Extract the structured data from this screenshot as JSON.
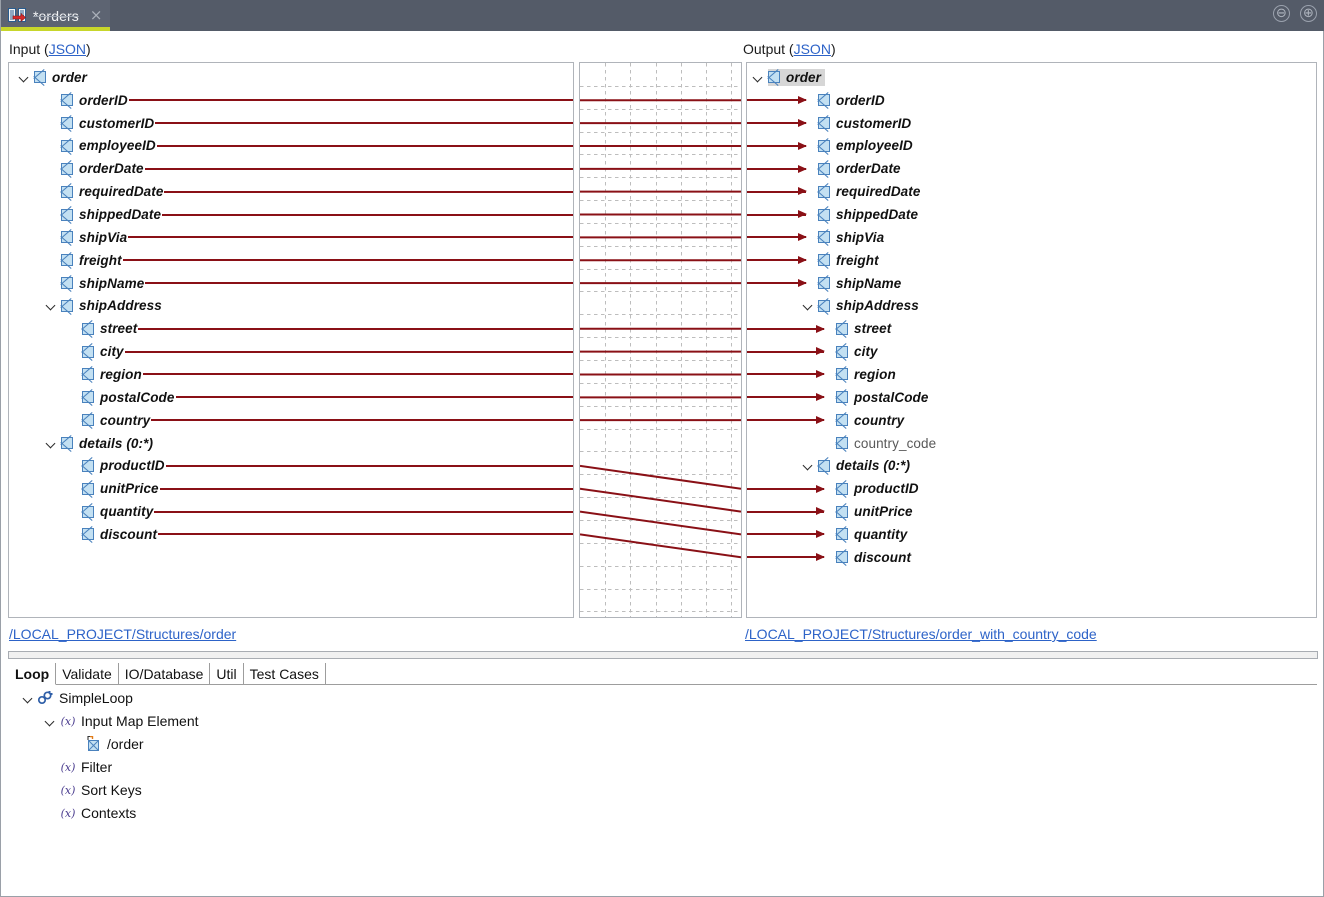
{
  "window": {
    "tab": {
      "title": "*orders",
      "icon": "mapping-document-icon",
      "close_icon": "×"
    },
    "controls": {
      "minimize": "⊖",
      "maximize": "⊕"
    }
  },
  "input_panel": {
    "caption_prefix": "Input (",
    "caption_link": "JSON",
    "caption_suffix": ")",
    "footer_link": "/LOCAL_PROJECT/Structures/order",
    "nodes": [
      {
        "label": "order",
        "indent": 0,
        "expandable": true,
        "mapped": false,
        "icon": "schema-node-icon"
      },
      {
        "label": "orderID",
        "indent": 1,
        "expandable": false,
        "mapped": true,
        "icon": "schema-node-icon"
      },
      {
        "label": "customerID",
        "indent": 1,
        "expandable": false,
        "mapped": true,
        "icon": "schema-node-icon"
      },
      {
        "label": "employeeID",
        "indent": 1,
        "expandable": false,
        "mapped": true,
        "icon": "schema-node-icon"
      },
      {
        "label": "orderDate",
        "indent": 1,
        "expandable": false,
        "mapped": true,
        "icon": "schema-node-icon"
      },
      {
        "label": "requiredDate",
        "indent": 1,
        "expandable": false,
        "mapped": true,
        "icon": "schema-node-icon"
      },
      {
        "label": "shippedDate",
        "indent": 1,
        "expandable": false,
        "mapped": true,
        "icon": "schema-node-icon"
      },
      {
        "label": "shipVia",
        "indent": 1,
        "expandable": false,
        "mapped": true,
        "icon": "schema-node-icon"
      },
      {
        "label": "freight",
        "indent": 1,
        "expandable": false,
        "mapped": true,
        "icon": "schema-node-icon"
      },
      {
        "label": "shipName",
        "indent": 1,
        "expandable": false,
        "mapped": true,
        "icon": "schema-node-icon"
      },
      {
        "label": "shipAddress",
        "indent": 1,
        "expandable": true,
        "mapped": false,
        "icon": "schema-node-icon"
      },
      {
        "label": "street",
        "indent": 2,
        "expandable": false,
        "mapped": true,
        "icon": "schema-node-icon"
      },
      {
        "label": "city",
        "indent": 2,
        "expandable": false,
        "mapped": true,
        "icon": "schema-node-icon"
      },
      {
        "label": "region",
        "indent": 2,
        "expandable": false,
        "mapped": true,
        "icon": "schema-node-icon"
      },
      {
        "label": "postalCode",
        "indent": 2,
        "expandable": false,
        "mapped": true,
        "icon": "schema-node-icon"
      },
      {
        "label": "country",
        "indent": 2,
        "expandable": false,
        "mapped": true,
        "icon": "schema-node-icon"
      },
      {
        "label": "details (0:*)",
        "indent": 1,
        "expandable": true,
        "mapped": false,
        "icon": "schema-node-icon"
      },
      {
        "label": "productID",
        "indent": 2,
        "expandable": false,
        "mapped": true,
        "icon": "schema-node-icon"
      },
      {
        "label": "unitPrice",
        "indent": 2,
        "expandable": false,
        "mapped": true,
        "icon": "schema-node-icon"
      },
      {
        "label": "quantity",
        "indent": 2,
        "expandable": false,
        "mapped": true,
        "icon": "schema-node-icon"
      },
      {
        "label": "discount",
        "indent": 2,
        "expandable": false,
        "mapped": true,
        "icon": "schema-node-icon"
      }
    ]
  },
  "output_panel": {
    "caption_prefix": "Output (",
    "caption_link": "JSON",
    "caption_suffix": ")",
    "footer_link": "/LOCAL_PROJECT/Structures/order_with_country_code",
    "nodes": [
      {
        "label": "order",
        "indent": 0,
        "expandable": true,
        "mapped": false,
        "selected": true,
        "icon": "schema-node-icon"
      },
      {
        "label": "orderID",
        "indent": 1,
        "expandable": false,
        "mapped": true,
        "selected": false,
        "icon": "schema-node-icon"
      },
      {
        "label": "customerID",
        "indent": 1,
        "expandable": false,
        "mapped": true,
        "selected": false,
        "icon": "schema-node-icon"
      },
      {
        "label": "employeeID",
        "indent": 1,
        "expandable": false,
        "mapped": true,
        "selected": false,
        "icon": "schema-node-icon"
      },
      {
        "label": "orderDate",
        "indent": 1,
        "expandable": false,
        "mapped": true,
        "selected": false,
        "icon": "schema-node-icon"
      },
      {
        "label": "requiredDate",
        "indent": 1,
        "expandable": false,
        "mapped": true,
        "selected": false,
        "icon": "schema-node-icon"
      },
      {
        "label": "shippedDate",
        "indent": 1,
        "expandable": false,
        "mapped": true,
        "selected": false,
        "icon": "schema-node-icon"
      },
      {
        "label": "shipVia",
        "indent": 1,
        "expandable": false,
        "mapped": true,
        "selected": false,
        "icon": "schema-node-icon"
      },
      {
        "label": "freight",
        "indent": 1,
        "expandable": false,
        "mapped": true,
        "selected": false,
        "icon": "schema-node-icon"
      },
      {
        "label": "shipName",
        "indent": 1,
        "expandable": false,
        "mapped": true,
        "selected": false,
        "icon": "schema-node-icon"
      },
      {
        "label": "shipAddress",
        "indent": 1,
        "expandable": true,
        "mapped": false,
        "selected": false,
        "icon": "schema-node-icon"
      },
      {
        "label": "street",
        "indent": 2,
        "expandable": false,
        "mapped": true,
        "selected": false,
        "icon": "schema-node-icon"
      },
      {
        "label": "city",
        "indent": 2,
        "expandable": false,
        "mapped": true,
        "selected": false,
        "icon": "schema-node-icon"
      },
      {
        "label": "region",
        "indent": 2,
        "expandable": false,
        "mapped": true,
        "selected": false,
        "icon": "schema-node-icon"
      },
      {
        "label": "postalCode",
        "indent": 2,
        "expandable": false,
        "mapped": true,
        "selected": false,
        "icon": "schema-node-icon"
      },
      {
        "label": "country",
        "indent": 2,
        "expandable": false,
        "mapped": true,
        "selected": false,
        "icon": "schema-node-icon"
      },
      {
        "label": "country_code",
        "indent": 2,
        "expandable": false,
        "mapped": false,
        "selected": false,
        "unmapped_style": true,
        "icon": "schema-node-icon"
      },
      {
        "label": "details (0:*)",
        "indent": 1,
        "expandable": true,
        "mapped": false,
        "selected": false,
        "icon": "schema-node-icon"
      },
      {
        "label": "productID",
        "indent": 2,
        "expandable": false,
        "mapped": true,
        "selected": false,
        "icon": "schema-node-icon"
      },
      {
        "label": "unitPrice",
        "indent": 2,
        "expandable": false,
        "mapped": true,
        "selected": false,
        "icon": "schema-node-icon"
      },
      {
        "label": "quantity",
        "indent": 2,
        "expandable": false,
        "mapped": true,
        "selected": false,
        "icon": "schema-node-icon"
      },
      {
        "label": "discount",
        "indent": 2,
        "expandable": false,
        "mapped": true,
        "selected": false,
        "icon": "schema-node-icon"
      }
    ]
  },
  "mapping_links": {
    "color": "#8a1016",
    "pairs": [
      {
        "from": "orderID",
        "to": "orderID"
      },
      {
        "from": "customerID",
        "to": "customerID"
      },
      {
        "from": "employeeID",
        "to": "employeeID"
      },
      {
        "from": "orderDate",
        "to": "orderDate"
      },
      {
        "from": "requiredDate",
        "to": "requiredDate"
      },
      {
        "from": "shippedDate",
        "to": "shippedDate"
      },
      {
        "from": "shipVia",
        "to": "shipVia"
      },
      {
        "from": "freight",
        "to": "freight"
      },
      {
        "from": "shipName",
        "to": "shipName"
      },
      {
        "from": "street",
        "to": "street"
      },
      {
        "from": "city",
        "to": "city"
      },
      {
        "from": "region",
        "to": "region"
      },
      {
        "from": "postalCode",
        "to": "postalCode"
      },
      {
        "from": "country",
        "to": "country"
      },
      {
        "from": "productID",
        "to": "productID"
      },
      {
        "from": "unitPrice",
        "to": "unitPrice"
      },
      {
        "from": "quantity",
        "to": "quantity"
      },
      {
        "from": "discount",
        "to": "discount"
      }
    ]
  },
  "bottom": {
    "tabs": [
      {
        "label": "Loop",
        "active": true
      },
      {
        "label": "Validate",
        "active": false
      },
      {
        "label": "IO/Database",
        "active": false
      },
      {
        "label": "Util",
        "active": false
      },
      {
        "label": "Test Cases",
        "active": false
      }
    ],
    "tree": [
      {
        "label": "SimpleLoop",
        "indent": 0,
        "expandable": true,
        "icon": "loop-chain-icon"
      },
      {
        "label": "Input Map Element",
        "indent": 1,
        "expandable": true,
        "icon": "expression-fx-icon"
      },
      {
        "label": "/order",
        "indent": 2,
        "expandable": false,
        "icon": "map-element-icon"
      },
      {
        "label": "Filter",
        "indent": 1,
        "expandable": false,
        "icon": "expression-fx-icon"
      },
      {
        "label": "Sort Keys",
        "indent": 1,
        "expandable": false,
        "icon": "expression-fx-icon"
      },
      {
        "label": "Contexts",
        "indent": 1,
        "expandable": false,
        "icon": "expression-fx-icon"
      }
    ]
  },
  "colors": {
    "titlebar": "#545b68",
    "tab_accent": "#c7d62b",
    "link": "#2d63c8",
    "mapping_line": "#8a1016",
    "node_icon_fill": "#c3e0f2",
    "node_icon_border": "#4a82bd",
    "selection": "#d6d6d6"
  }
}
